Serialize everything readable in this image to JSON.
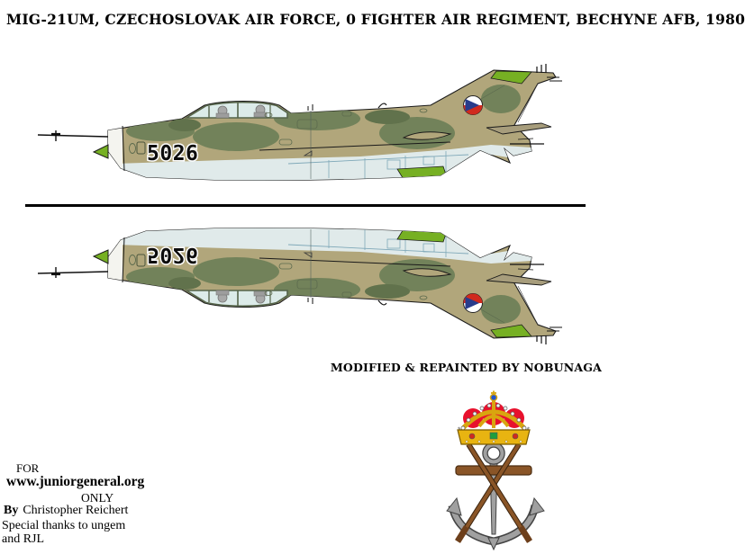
{
  "title": "MIG-21UM, CZECHOSLOVAK AIR FORCE, 0 FIGHTER AIR REGIMENT, BECHYNE AFB, 1980",
  "aircraft": {
    "tail_number": "5026",
    "roundel_icon": "czechoslovak-roundel",
    "profiles": [
      "side-view",
      "side-view-mirrored-vertically"
    ]
  },
  "credits": {
    "modified_by": "MODIFIED & REPAINTED BY NOBUNAGA",
    "for_line": "FOR",
    "site": "www.juniorgeneral.org",
    "only_line": "ONLY",
    "by_label": "By",
    "author": "Christopher Reichert",
    "thanks_line1": "Special thanks to ungem",
    "thanks_line2": "and RJL"
  },
  "emblem_icon": "crown-anchor-crossed-rifles-crest",
  "colors": {
    "camo_tan": "#b1a67b",
    "camo_green": "#72825a",
    "camo_dark_olive": "#61724c",
    "belly_blue": "#e0eaea",
    "belly_lines": "#7fa8b8",
    "lime_green": "#76b023",
    "roundel_blue": "#283c8c",
    "roundel_red": "#d02a1e",
    "crown_red": "#e8112d",
    "crown_gold": "#e8b411",
    "rifle_brown": "#8a5527",
    "anchor_gray": "#a0a0a0"
  }
}
